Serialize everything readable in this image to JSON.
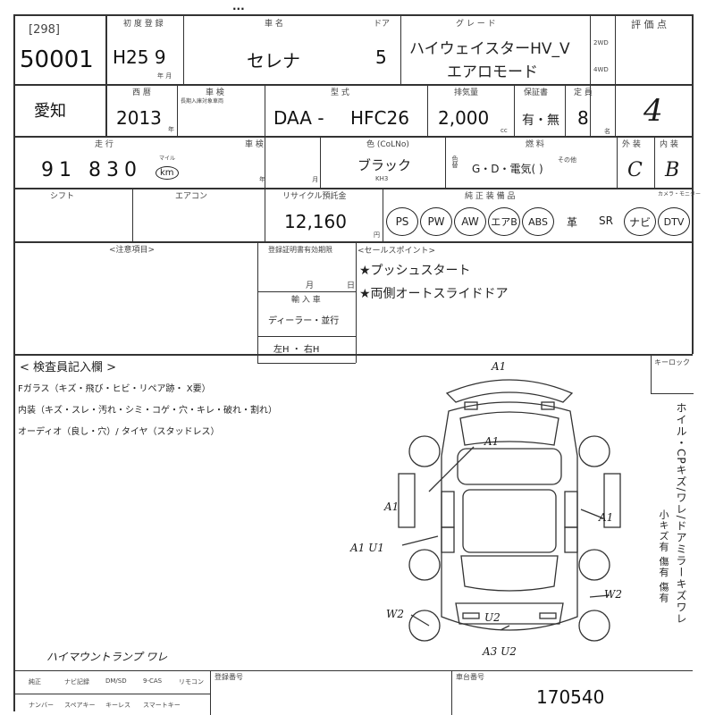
{
  "header": {
    "partial_title": "...",
    "lot_label": "[298]",
    "lot_number": "50001",
    "first_reg_label": "初 度 登 録",
    "first_reg_value": "H25  9",
    "year_month": "年 月",
    "car_name_label": "車   名",
    "car_name": "セレナ",
    "doors_label": "ドア",
    "doors": "5",
    "grade_label": "グ レ ー ド",
    "grade_line1": "ハイウェイスターHV_V",
    "grade_line2": "エアロモード",
    "drive_2wd": "2WD",
    "drive_4wd": "4WD",
    "rating_label": "評 価 点",
    "rating": "4"
  },
  "row2": {
    "region": "愛知",
    "western_year_label": "西 暦",
    "western_year": "2013",
    "year_suffix": "年",
    "vehicle_inspection_label": "車 検",
    "vehicle_inspection_note": "長期入庫対象車両",
    "model_label": "型   式",
    "model_prefix": "DAA -",
    "model_code": "HFC26",
    "displacement_label": "排気量",
    "displacement": "2,000",
    "displacement_unit": "cc",
    "warranty_label": "保証書",
    "warranty": "有・無",
    "capacity_label": "定 員",
    "capacity": "8",
    "capacity_unit": "名"
  },
  "row3": {
    "mileage_label": "走 行",
    "mileage": "91 830",
    "mileage_unit_top": "マイル",
    "mileage_unit": "km",
    "inspection_label": "車 検",
    "inspection_ym": "年 月",
    "color_label": "色 (CoLNo)",
    "color": "ブラック",
    "color_code": "KH3",
    "color_change_label": "色替",
    "fuel_label": "燃 料",
    "fuel": "G・D・電気(      )",
    "fuel_other": "その他",
    "exterior_label": "外 装",
    "exterior": "C",
    "interior_label": "内 装",
    "interior": "B"
  },
  "row4": {
    "shift_label": "シフト",
    "ac_label": "エアコン",
    "recycle_label": "リサイクル預託金",
    "recycle_fee": "12,160",
    "yen": "円",
    "equipment_label": "純 正 装 備 品",
    "camera_label": "カメラ・モニター",
    "equipment": [
      "PS",
      "PW",
      "AW",
      "エアB",
      "ABS",
      "革",
      "SR",
      "ナビ",
      "DTV"
    ]
  },
  "row5": {
    "notes_label": "<注意項目>",
    "registration_label": "登録証明書有効期限",
    "month": "月",
    "day": "日",
    "import_label": "輸 入 車",
    "import_dealer": "ディーラー・並行",
    "import_handle": "左H ・ 右H",
    "sales_label": "<セールスポイント>",
    "sales_points": [
      "★プッシュスタート",
      "★両側オートスライドドア"
    ]
  },
  "inspector": {
    "title": "< 検査員記入欄 >",
    "line1": "Fガラス（キズ・飛び・ヒビ・リペア跡・ X要）",
    "line2": "内装（キズ・スレ・汚れ・シミ・コゲ・穴・キレ・破れ・割れ）",
    "line3": "オーディオ（良し・穴）/ タイヤ（スタッドレス）",
    "key_label": "キーロック",
    "side_note": "ホイル・CPキズ/ワレ/ドアミラーキズワレ",
    "side_small": "小キズ有 傷有 傷有"
  },
  "diagram_marks": [
    "A1",
    "A1",
    "A1",
    "A1",
    "A1 U1",
    "W2",
    "W2",
    "U2",
    "A3 U2"
  ],
  "bottom": {
    "handwritten": "ハイマウントランプ ワレ",
    "opt_row1": [
      "純正",
      "ナビ記録",
      "DM/SD",
      "9-CAS",
      "リモコン"
    ],
    "opt_row2": [
      "ナンバー",
      "スペアキー",
      "キーレス",
      "スマートキー",
      ""
    ],
    "dealer_label": "登録番号",
    "chassis_label": "車台番号",
    "chassis_number": "170540"
  }
}
